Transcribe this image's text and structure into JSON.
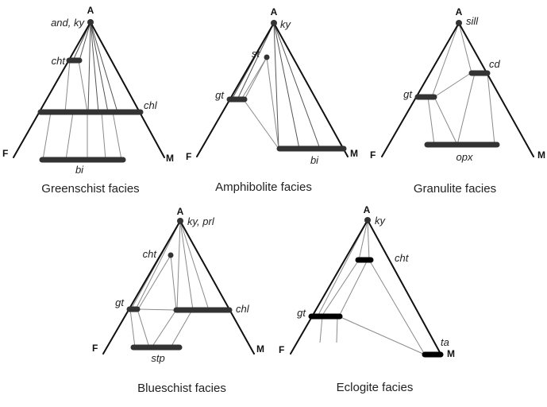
{
  "figure": {
    "vertex_labels": {
      "apex": "A",
      "left": "F",
      "right": "M"
    },
    "panels": [
      {
        "id": "greenschist",
        "caption": "Greenschist facies",
        "phases": {
          "apex": "and, ky",
          "cht": "cht",
          "chl": "chl",
          "bi": "bi"
        }
      },
      {
        "id": "amphibolite",
        "caption": "Amphibolite facies",
        "phases": {
          "apex": "ky",
          "st": "st",
          "gt": "gt",
          "bi": "bi"
        }
      },
      {
        "id": "granulite",
        "caption": "Granulite facies",
        "phases": {
          "apex": "sill",
          "cd": "cd",
          "gt": "gt",
          "opx": "opx"
        }
      },
      {
        "id": "blueschist",
        "caption": "Blueschist facies",
        "phases": {
          "apex": "ky, prl",
          "cht": "cht",
          "gt": "gt",
          "chl": "chl",
          "stp": "stp"
        }
      },
      {
        "id": "eclogite",
        "caption": "Eclogite facies",
        "phases": {
          "apex": "ky",
          "cht": "cht",
          "gt": "gt",
          "ta": "ta"
        }
      }
    ]
  }
}
